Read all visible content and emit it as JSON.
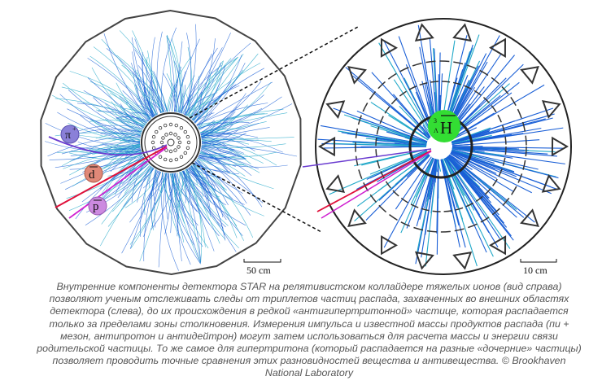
{
  "figure": {
    "particles": {
      "pion": "π",
      "pion_charge": "+",
      "antideuteron": "d",
      "antiproton": "p"
    },
    "hypertriton": {
      "mass_number": "3",
      "lambda": "Λ",
      "symbol": "H"
    },
    "scale_left": "50 cm",
    "scale_right": "10 cm",
    "colors": {
      "tracks_blue": "#1a5fd6",
      "tracks_cyan": "#20a8c8",
      "pion": "#7a6fd0",
      "deuteron": "#d9796a",
      "proton": "#c07ad6",
      "hypertriton": "#33dd33"
    }
  },
  "caption": "Внутренние компоненты детектора STAR на релятивистском коллайдере тяжелых ионов (вид справа) позволяют ученым отслеживать следы от триплетов частиц распада, захваченных во внешних областях детектора (слева), до их происхождения в редкой «антигипертритонной» частице, которая распадается только за пределами зоны столкновения. Измерения импульса и известной массы продуктов распада (пи + мезон, антипротон и антидейтрон) могут затем использоваться для расчета массы и энергии связи родительской частицы. То же самое для гипертритона (который распадается на разные «дочерние» частицы) позволяет проводить точные сравнения этих разновидностей вещества и антивещества. © Brookhaven National Laboratory"
}
